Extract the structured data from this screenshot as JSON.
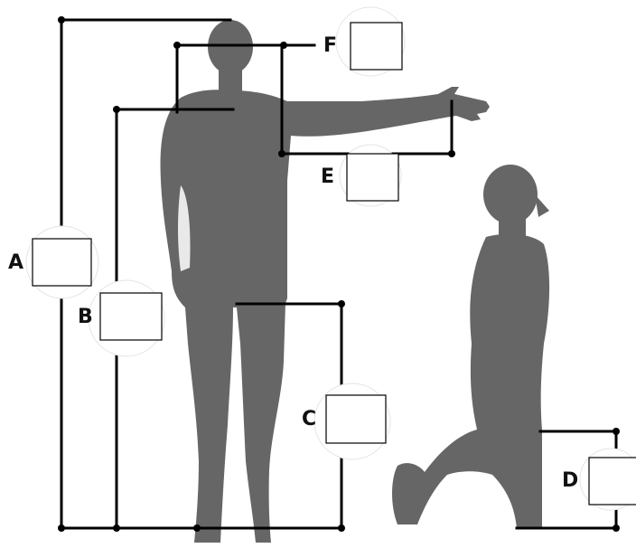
{
  "colors": {
    "silhouette": "#666666",
    "line": "#000000",
    "box_border": "#000000",
    "background": "#ffffff"
  },
  "labels": {
    "a": "A",
    "b": "B",
    "c": "C",
    "d": "D",
    "e": "E",
    "f": "F"
  },
  "figures": {
    "standing": "standing-person-silhouette",
    "kneeling": "kneeling-person-silhouette"
  }
}
